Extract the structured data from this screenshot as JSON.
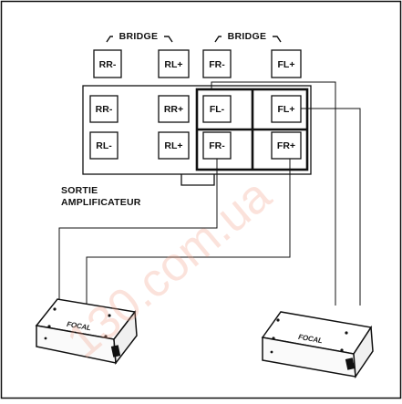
{
  "bridge_labels": [
    "BRIDGE",
    "BRIDGE"
  ],
  "top_terminals": [
    "RR-",
    "RL+",
    "FR-",
    "FL+"
  ],
  "amp_terminals": {
    "row1": [
      "RR-",
      "RR+",
      "FL-",
      "FL+"
    ],
    "row2": [
      "RL-",
      "RL+",
      "FR-",
      "FR+"
    ]
  },
  "output_label": {
    "line1": "SORTIE",
    "line2": "AMPLIFICATEUR"
  },
  "devices": [
    {
      "brand": "FOCAL"
    },
    {
      "brand": "FOCAL"
    }
  ],
  "watermark": "130.com.ua"
}
